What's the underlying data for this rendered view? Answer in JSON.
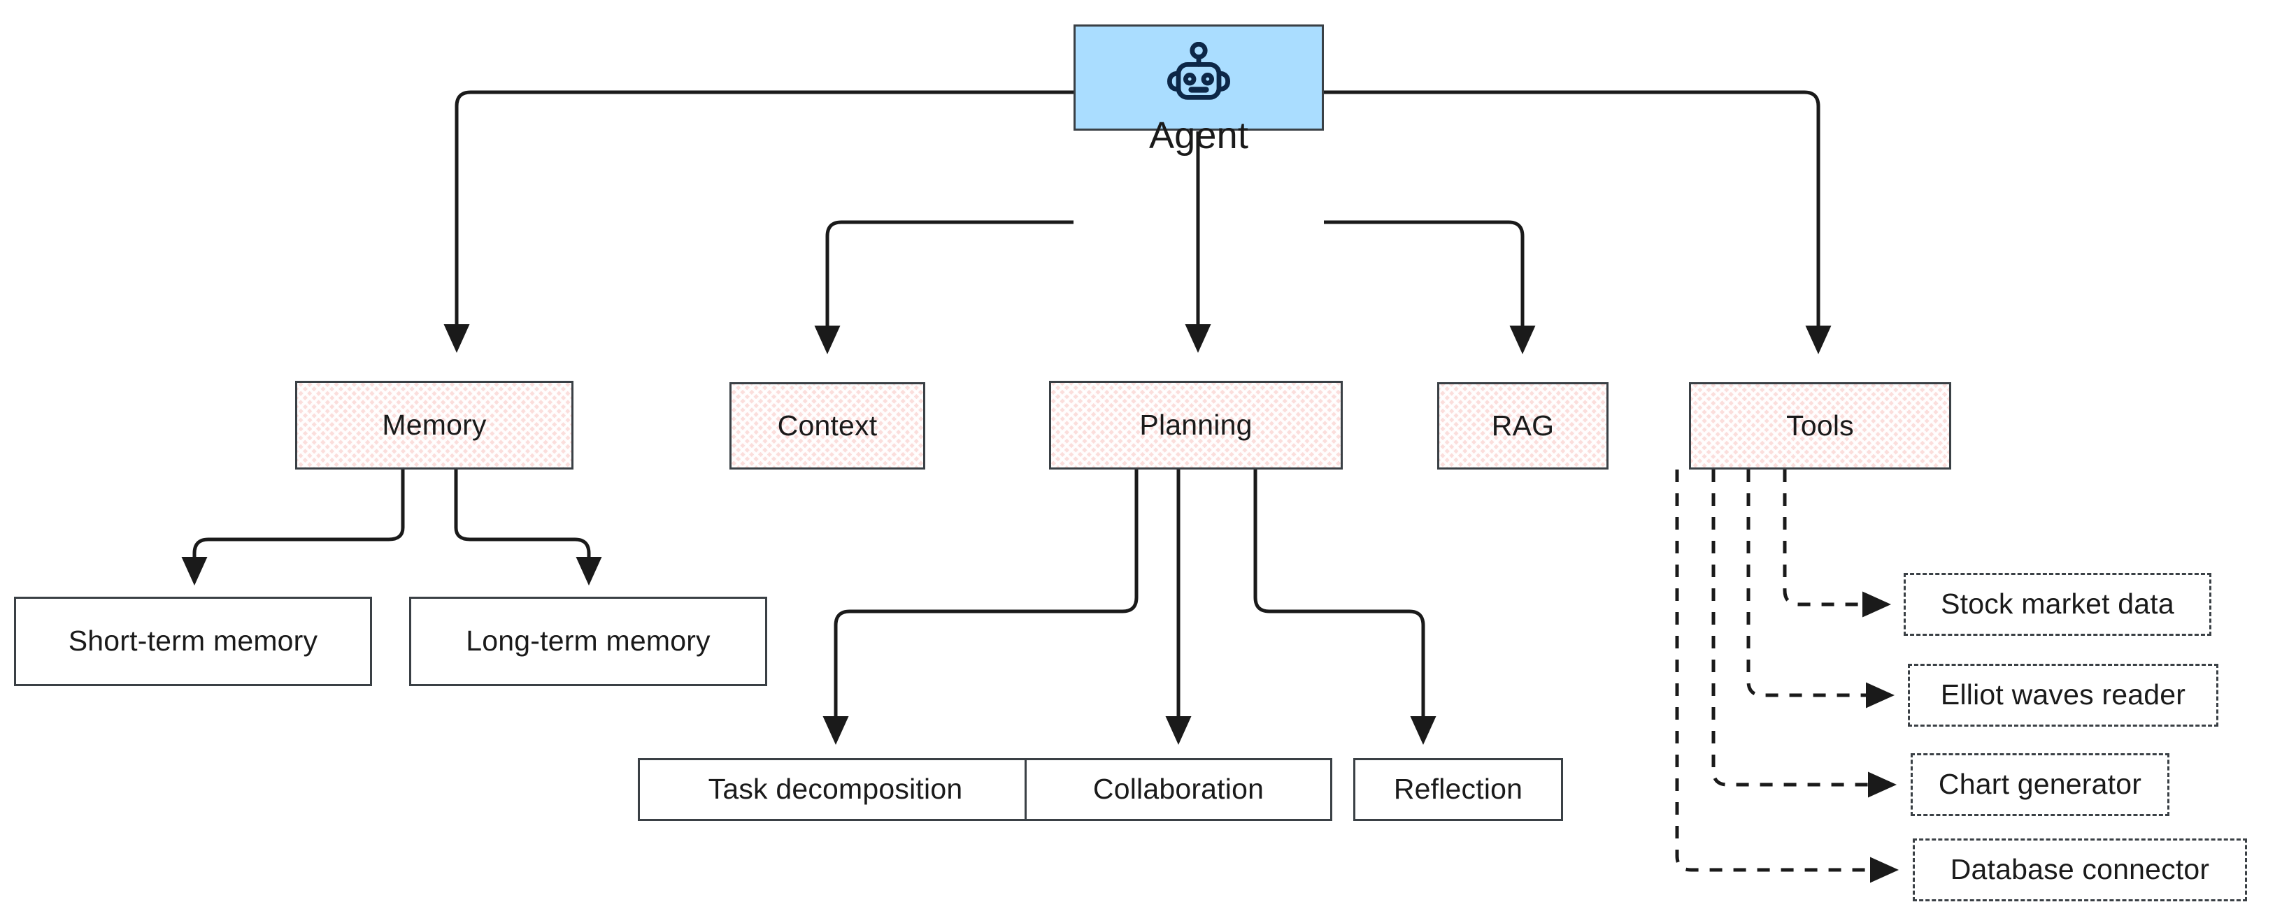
{
  "diagram": {
    "title": "Agent architecture diagram",
    "type": "flowchart",
    "colors": {
      "agent_fill": "#aaddff",
      "agent_icon": "#0d2747",
      "component_fill": "#fbdedc",
      "border": "#3a4045",
      "text": "#1a1a1a",
      "background": "#ffffff"
    }
  },
  "nodes": {
    "agent": {
      "label": "Agent",
      "icon": "robot-icon"
    },
    "memory": {
      "label": "Memory"
    },
    "context": {
      "label": "Context"
    },
    "planning": {
      "label": "Planning"
    },
    "rag": {
      "label": "RAG"
    },
    "tools": {
      "label": "Tools"
    },
    "short_term_memory": {
      "label": "Short-term memory"
    },
    "long_term_memory": {
      "label": "Long-term memory"
    },
    "task_decomposition": {
      "label": "Task decomposition"
    },
    "collaboration": {
      "label": "Collaboration"
    },
    "reflection": {
      "label": "Reflection"
    },
    "stock_market_data": {
      "label": "Stock market data"
    },
    "elliot_waves_reader": {
      "label": "Elliot waves reader"
    },
    "chart_generator": {
      "label": "Chart generator"
    },
    "database_connector": {
      "label": "Database connector"
    }
  },
  "edges": [
    {
      "from": "agent",
      "to": "memory",
      "style": "solid"
    },
    {
      "from": "agent",
      "to": "context",
      "style": "solid"
    },
    {
      "from": "agent",
      "to": "planning",
      "style": "solid"
    },
    {
      "from": "agent",
      "to": "rag",
      "style": "solid"
    },
    {
      "from": "agent",
      "to": "tools",
      "style": "solid"
    },
    {
      "from": "memory",
      "to": "short_term_memory",
      "style": "solid"
    },
    {
      "from": "memory",
      "to": "long_term_memory",
      "style": "solid"
    },
    {
      "from": "planning",
      "to": "task_decomposition",
      "style": "solid"
    },
    {
      "from": "planning",
      "to": "collaboration",
      "style": "solid"
    },
    {
      "from": "planning",
      "to": "reflection",
      "style": "solid"
    },
    {
      "from": "tools",
      "to": "stock_market_data",
      "style": "dashed"
    },
    {
      "from": "tools",
      "to": "elliot_waves_reader",
      "style": "dashed"
    },
    {
      "from": "tools",
      "to": "chart_generator",
      "style": "dashed"
    },
    {
      "from": "tools",
      "to": "database_connector",
      "style": "dashed"
    }
  ]
}
